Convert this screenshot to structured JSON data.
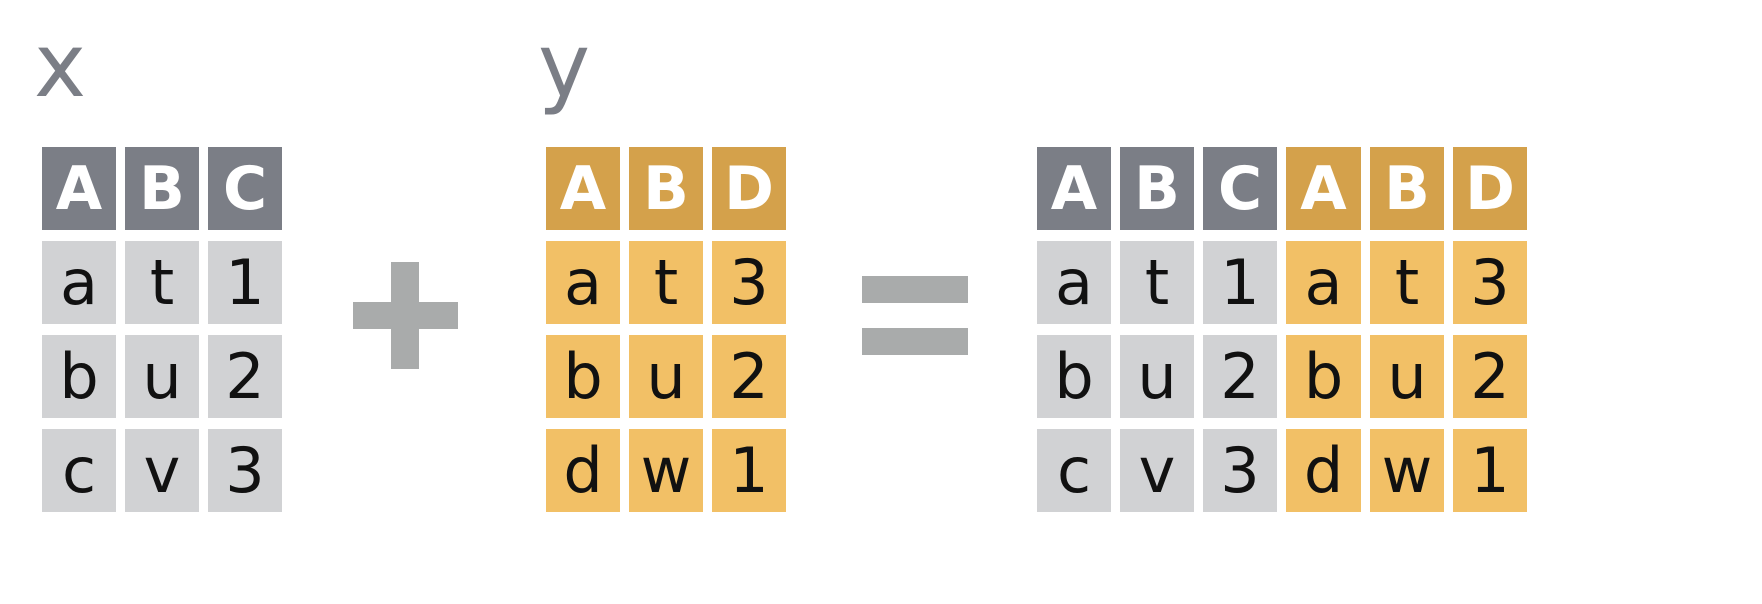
{
  "labels": {
    "x": "x",
    "y": "y"
  },
  "colors": {
    "x_header": "#7b7e86",
    "x_cell": "#d1d2d4",
    "y_header": "#d4a14b",
    "y_cell": "#f2c066",
    "operator": "#a9abab",
    "label": "#7b7e86"
  },
  "operators": [
    "plus-icon",
    "equals-icon"
  ],
  "tables": {
    "x": {
      "headers": [
        "A",
        "B",
        "C"
      ],
      "rows": [
        [
          "a",
          "t",
          "1"
        ],
        [
          "b",
          "u",
          "2"
        ],
        [
          "c",
          "v",
          "3"
        ]
      ]
    },
    "y": {
      "headers": [
        "A",
        "B",
        "D"
      ],
      "rows": [
        [
          "a",
          "t",
          "3"
        ],
        [
          "b",
          "u",
          "2"
        ],
        [
          "d",
          "w",
          "1"
        ]
      ]
    },
    "result": {
      "headers": [
        "A",
        "B",
        "C",
        "A",
        "B",
        "D"
      ],
      "sources": [
        "x",
        "x",
        "x",
        "y",
        "y",
        "y"
      ],
      "rows": [
        [
          "a",
          "t",
          "1",
          "a",
          "t",
          "3"
        ],
        [
          "b",
          "u",
          "2",
          "b",
          "u",
          "2"
        ],
        [
          "c",
          "v",
          "3",
          "d",
          "w",
          "1"
        ]
      ]
    }
  }
}
